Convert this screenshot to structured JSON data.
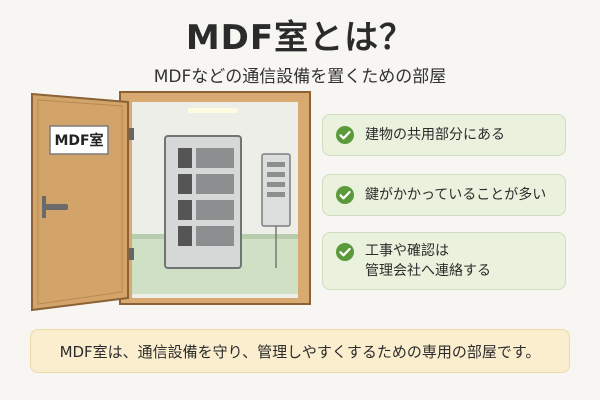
{
  "title": "MDF室とは？",
  "subtitle": "MDFなどの通信設備を置くための部屋",
  "illustration": {
    "door_sign": "MDF室"
  },
  "points": [
    {
      "icon": "check-circle-icon",
      "lines": [
        "建物の共用部分にある"
      ]
    },
    {
      "icon": "check-circle-icon",
      "lines": [
        "鍵がかかっていることが多い"
      ]
    },
    {
      "icon": "check-circle-icon",
      "lines": [
        "工事や確認は",
        "管理会社へ連絡する"
      ]
    }
  ],
  "summary": "MDF室は、通信設備を守り、管理しやすくするための専用の部屋です。",
  "colors": {
    "card_bg": "#eaf2de",
    "check": "#5b9a3a",
    "banner_bg": "#fbeecf",
    "door": "#d2a46a"
  }
}
